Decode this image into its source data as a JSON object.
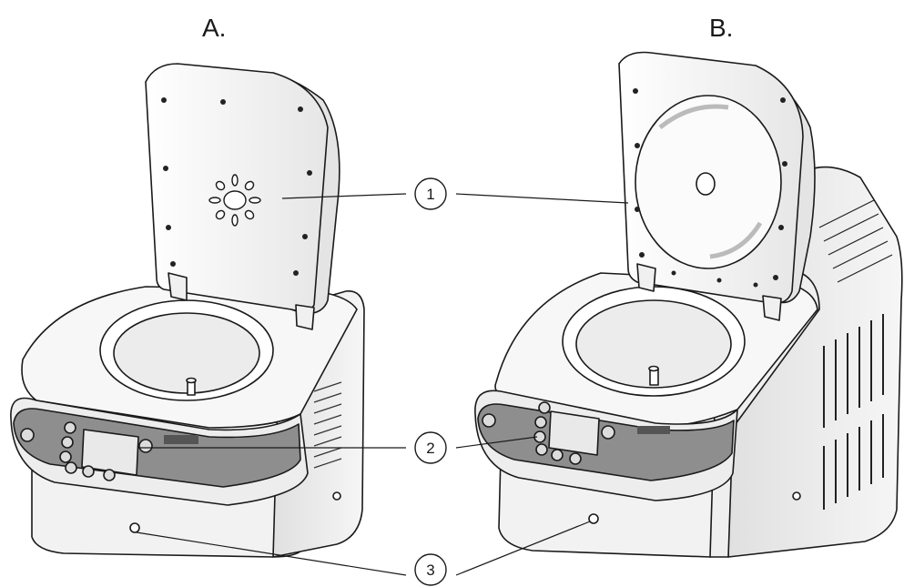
{
  "panels": [
    {
      "label": "A."
    },
    {
      "label": "B."
    }
  ],
  "callouts": [
    {
      "number": "1"
    },
    {
      "number": "2"
    },
    {
      "number": "3"
    }
  ],
  "colors": {
    "line": "#1a1a1a",
    "body": "#f4f4f4",
    "shade": "#d9d9d9",
    "panel": "#8d8d8d",
    "screen": "#e8e8e8"
  }
}
